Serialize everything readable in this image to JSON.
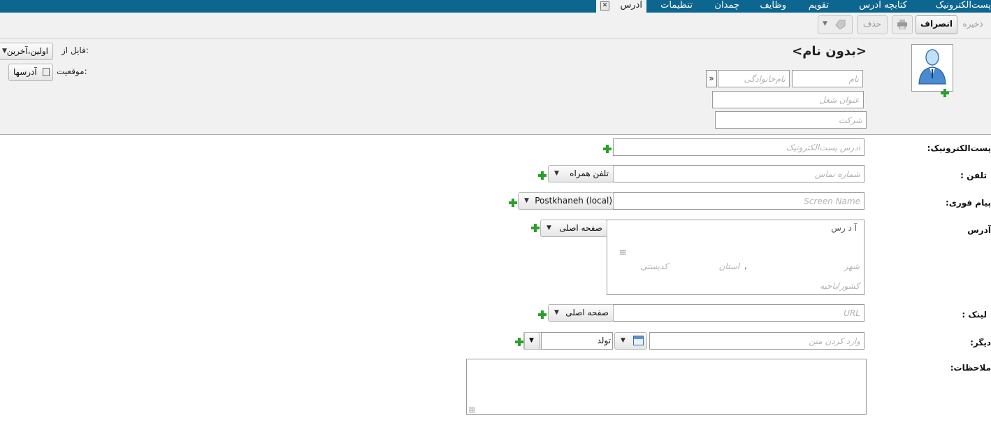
{
  "nav": {
    "tabs": [
      "پست‌الکترونیک",
      "کتابچه آدرس",
      "تقویم",
      "وظایف",
      "چمدان",
      "تنظیمات"
    ],
    "active_tab": "آدرس"
  },
  "toolbar": {
    "save": "ذخیره",
    "cancel": "انصراف",
    "delete": "حذف"
  },
  "header": {
    "contact_title": "<بدون نام>",
    "first_name_placeholder": "نام",
    "last_name_placeholder": "نام‌خانوادگی",
    "expand_button": "»",
    "job_title_placeholder": "عنوان شغل",
    "company_placeholder": "شرکت",
    "file_as_label": "فایل از:",
    "file_as_value": "اولین،آخرین",
    "location_label": "موقعیت:",
    "location_value": "آدرسها"
  },
  "form": {
    "email": {
      "label": "پست‌الکترونیک:",
      "placeholder": "آدرس پست‌الکترونیک"
    },
    "phone": {
      "label": "تلفن :",
      "placeholder": "شماره تماس",
      "type": "تلفن همراه"
    },
    "im": {
      "label": "پیام فوری:",
      "placeholder": "Screen Name",
      "service": "Postkhaneh (local)"
    },
    "address": {
      "label": "آدرس",
      "type": "صفحه اصلی",
      "street_placeholder": "آ د رس",
      "city_placeholder": "شهر",
      "separator": ",",
      "state_placeholder": "استان",
      "zip_placeholder": "کدپستی",
      "country_placeholder": "کشور/ناحیه"
    },
    "url": {
      "label": "لینک :",
      "placeholder": "URL",
      "type": "صفحه اصلی"
    },
    "other": {
      "label": "دیگر:",
      "placeholder": "وارد کردن متن",
      "type": "تولد"
    },
    "notes": {
      "label": "ملاحظات:"
    }
  }
}
